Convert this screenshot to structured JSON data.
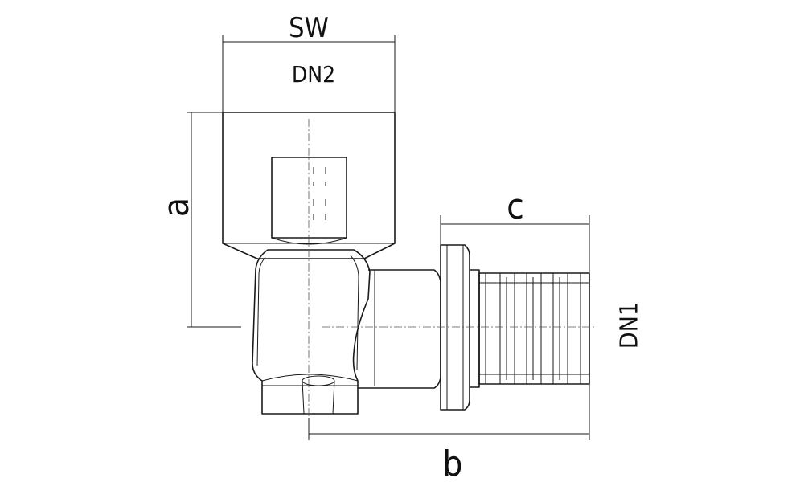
{
  "diagram": {
    "labels": {
      "sw": "SW",
      "dn2": "DN2",
      "a": "a",
      "c": "c",
      "dn1": "DN1",
      "b": "b"
    }
  }
}
